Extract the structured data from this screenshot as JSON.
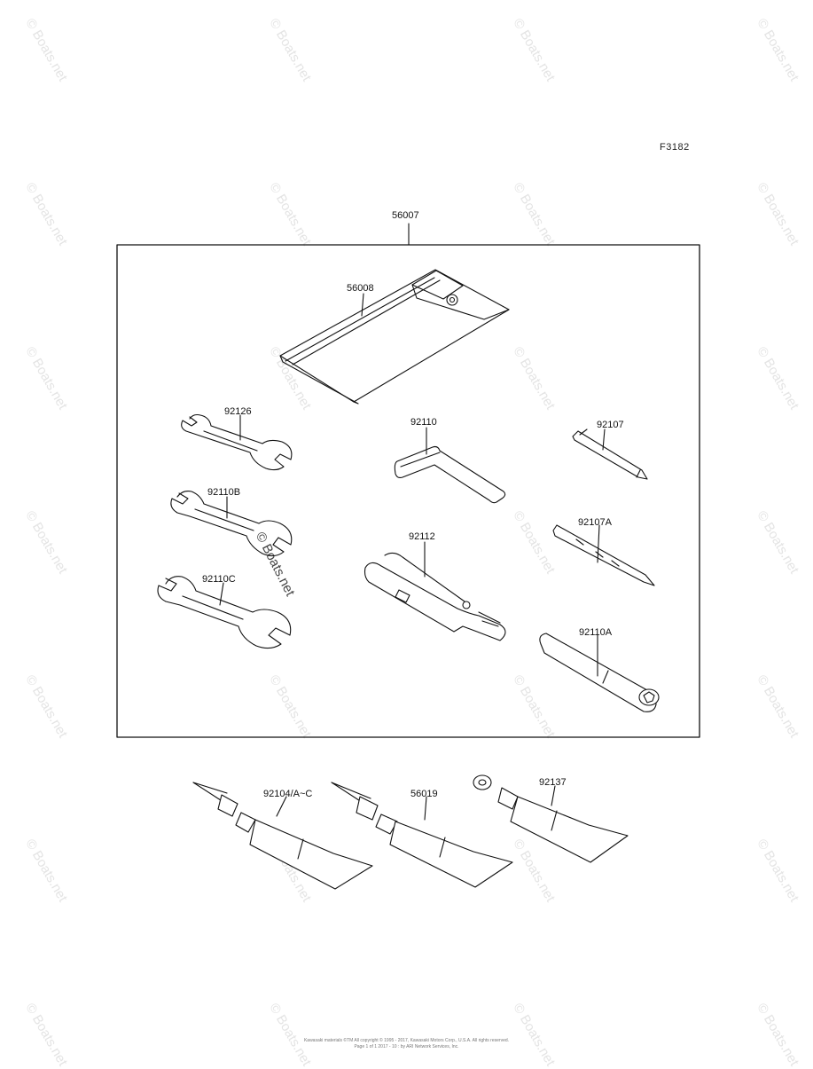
{
  "figure_code": "F3182",
  "assembly_label": "56007",
  "parts": [
    {
      "label": "56008"
    },
    {
      "label": "92126"
    },
    {
      "label": "92110B"
    },
    {
      "label": "92110C"
    },
    {
      "label": "92110"
    },
    {
      "label": "92112"
    },
    {
      "label": "92107"
    },
    {
      "label": "92107A"
    },
    {
      "label": "92110A"
    },
    {
      "label": "92104/A~C"
    },
    {
      "label": "56019"
    },
    {
      "label": "92137"
    }
  ],
  "watermark": "© Boats.net",
  "footer": {
    "line1": "Kawasaki materials ©TM All copyright © 1995 - 2017, Kawasaki Motors Corp., U.S.A. All rights reserved.",
    "line2": "Page 1 of 1 2017 - 10 : by ARI Network Services, Inc."
  }
}
